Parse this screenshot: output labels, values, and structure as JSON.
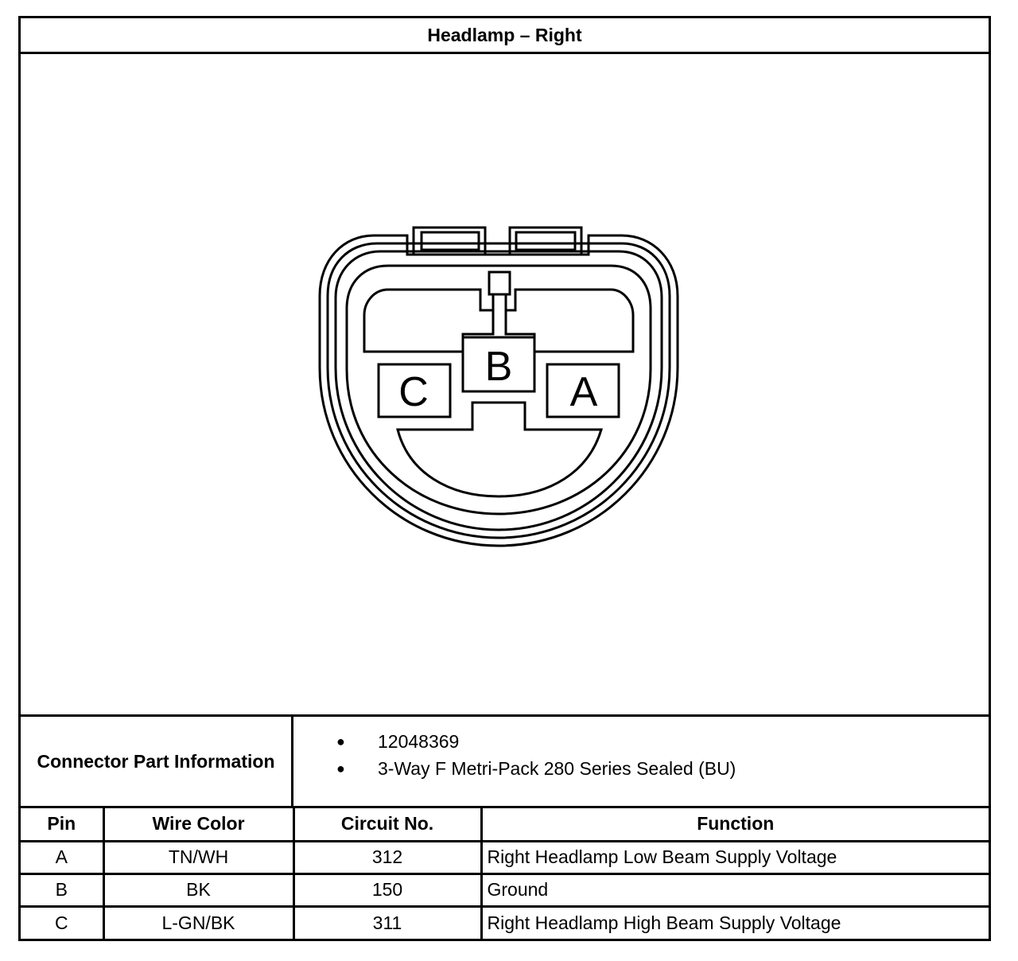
{
  "title": "Headlamp – Right",
  "connector": {
    "cavity_labels": [
      "A",
      "B",
      "C"
    ]
  },
  "part_info": {
    "label": "Connector Part Information",
    "items": [
      "12048369",
      "3-Way F Metri-Pack 280 Series Sealed (BU)"
    ]
  },
  "pin_table": {
    "headers": [
      "Pin",
      "Wire Color",
      "Circuit No.",
      "Function"
    ],
    "rows": [
      {
        "pin": "A",
        "wire_color": "TN/WH",
        "circuit": "312",
        "function": "Right Headlamp Low Beam Supply Voltage"
      },
      {
        "pin": "B",
        "wire_color": "BK",
        "circuit": "150",
        "function": "Ground"
      },
      {
        "pin": "C",
        "wire_color": "L-GN/BK",
        "circuit": "311",
        "function": "Right Headlamp High Beam Supply Voltage"
      }
    ]
  }
}
